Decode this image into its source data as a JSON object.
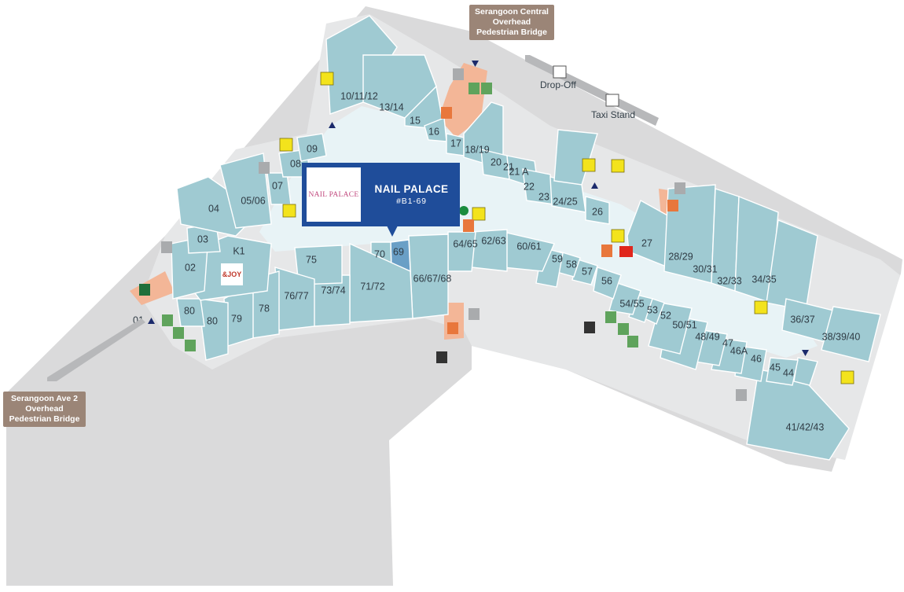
{
  "callout": {
    "logo_text": "NAIL PALACE",
    "name": "NAIL PALACE",
    "unit": "#B1-69"
  },
  "exits": [
    {
      "lines": [
        "Serangoon Central",
        "Overhead",
        "Pedestrian Bridge"
      ]
    },
    {
      "lines": [
        "Serangoon Ave 2",
        "Overhead",
        "Pedestrian Bridge"
      ]
    }
  ],
  "landmarks": {
    "dropoff": "Drop-Off",
    "taxi": "Taxi Stand",
    "anchor_logo": "&JOY"
  },
  "units": [
    "01",
    "02",
    "03",
    "04",
    "05/06",
    "07",
    "08",
    "09",
    "10/11/12",
    "13/14",
    "15",
    "16",
    "17",
    "18/19",
    "20",
    "21",
    "21 A",
    "22",
    "23",
    "24/25",
    "26",
    "27",
    "28/29",
    "30/31",
    "32/33",
    "34/35",
    "36/37",
    "38/39/40",
    "41/42/43",
    "44",
    "45",
    "46",
    "46A",
    "47",
    "48/49",
    "50/51",
    "52",
    "53",
    "54/55",
    "56",
    "57",
    "58",
    "59",
    "60/61",
    "62/63",
    "64/65",
    "66/67/68",
    "69",
    "70",
    "71/72",
    "73/74",
    "75",
    "76/77",
    "78",
    "79",
    "80",
    "80",
    "K1"
  ],
  "highlight_unit": "69",
  "colors": {
    "unit_fill": "#9fcad2",
    "highlight_fill": "#6a9fc6",
    "callout_bg": "#1f4d9a",
    "corridor": "#e8f3f6",
    "service": "#f3b697",
    "escalator": "#f3e31c",
    "exit_label": "#9b8577"
  },
  "icons": [
    "escalator-icon",
    "lift-icon",
    "restroom-icon",
    "accessible-icon",
    "nursing-room-icon",
    "atm-icon",
    "taxi-icon",
    "car-dropoff-icon",
    "entrance-arrow-icon",
    "recycle-icon",
    "exit-icon"
  ]
}
